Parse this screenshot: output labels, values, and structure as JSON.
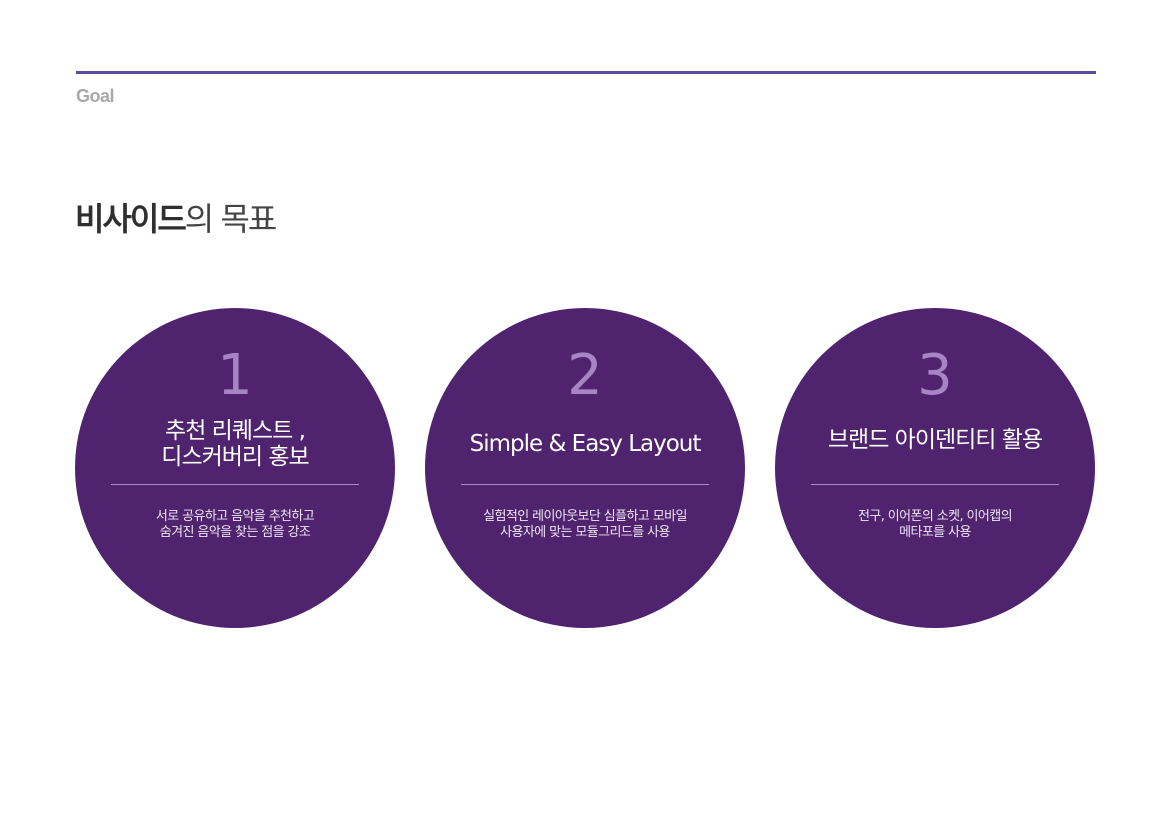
{
  "header": {
    "section_label": "Goal",
    "title_bold": "비사이드",
    "title_light": "의 목표",
    "rule_color": "#5c4d9c"
  },
  "goals": [
    {
      "number": "1",
      "title_line1": "추천 리퀘스트 ,",
      "title_line2": "디스커버리 홍보",
      "desc_line1": "서로 공유하고 음악을 추천하고",
      "desc_line2": "숨겨진 음악을 찾는 점을 강조"
    },
    {
      "number": "2",
      "title_line1": "Simple & Easy Layout",
      "title_line2": "",
      "desc_line1": "실험적인 레이아웃보단 심플하고 모바일",
      "desc_line2": "사용자에 맞는 모듈그리드를 사용"
    },
    {
      "number": "3",
      "title_line1": "브랜드 아이덴티티 활용",
      "title_line2": "",
      "desc_line1": "전구, 이어폰의 소켓, 이어캡의",
      "desc_line2": "메타포를 사용"
    }
  ],
  "colors": {
    "circle_fill": "#4f236e",
    "number_color": "#a785c4",
    "divider_color": "#a78bc6"
  }
}
